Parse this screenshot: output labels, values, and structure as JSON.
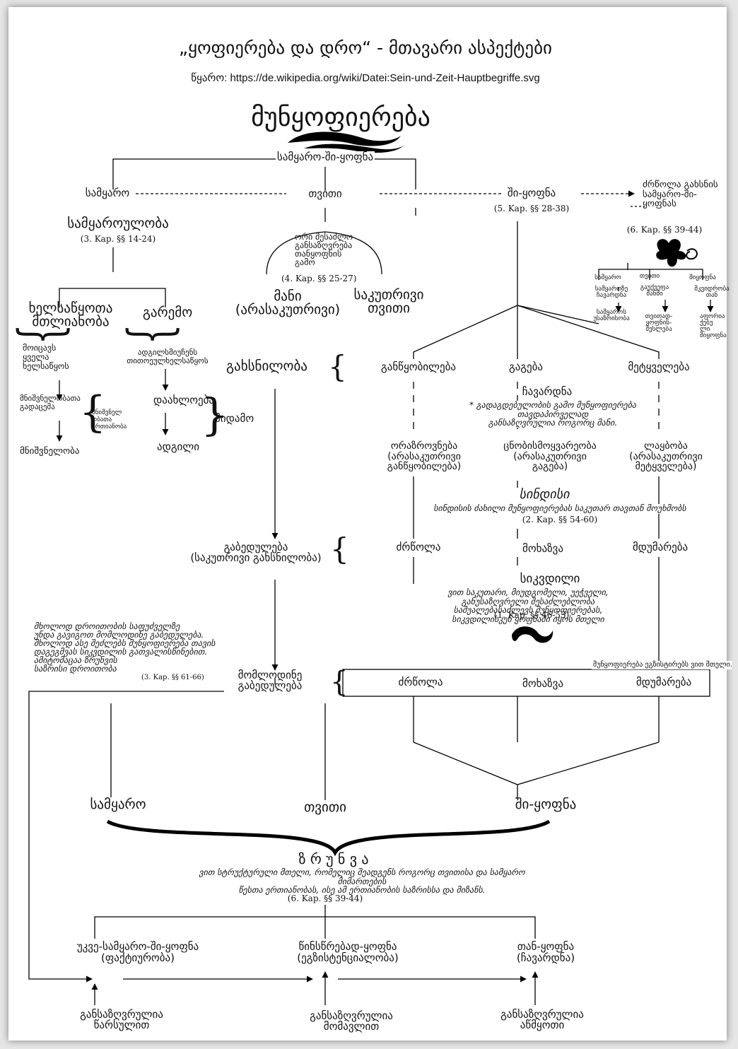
{
  "header": {
    "title": "„ყოფიერება და დრო“ - მთავარი ასპექტები",
    "source": "წყარო: https://de.wikipedia.org/wiki/Datei:Sein-und-Zeit-Hauptbegriffe.svg",
    "main": "მუნყოფიერება"
  },
  "top": {
    "being_in_world": "სამყარო-ში-ყოფნა",
    "world": "სამყარო",
    "self": "თვითი",
    "being_in": "ში-ყოფნა",
    "being_in_ref": "(5. Kap. §§ 28-38)",
    "struggle_revealing": "ძრწოლა გახსნის\nსამყარო-ში-\nყოფნას"
  },
  "left": {
    "worldhood": "სამყაროულობა",
    "worldhood_ref": "(3. Kap. §§ 14-24)",
    "equipment_whole": "ხელსაწყოთა\nმთლიანობა",
    "surroundings": "გარემო",
    "includes_each": "მოიცავს\nყველა\nხელსაწყოს",
    "place_each": "ადგილსმიუჩენს\nთითოეულხელსაწყოს",
    "referral": "მნიშვნელობათა\nგადაცემა",
    "meaning_unity": "მნიშვნელ\nობათა\nერთიანობა",
    "meaning": "მნიშვნელობა",
    "bringing_near": "დაახლოება",
    "place": "ადგილი",
    "around": "მიდამო"
  },
  "middle": {
    "two_possible": "ორი შესაძლო\nგანსაზღვრება\nთანყოფნის\nგამო",
    "two_ref": "(4. Kap. §§ 25-27)",
    "mani": "მანი\n(არასაკუთრივი)",
    "own_self": "საკუთრივი\nთვითი",
    "openness": "გახსნილობა",
    "resoluteness": "გაბედულება\n(საკუთრივი გახსნილობა)",
    "anticipatory": "მომლოდინე\nგაბედულება",
    "only_temporality": "მხოლოდ დროითობის საფუძველზე\nუნდა გავიგოთ მომლოდინე გაბედულება.\nმხოლოდ ასე შეძლებს მუნყოფიერება თავის\nდაგეგმვას სიკვდილის გათვალისწინებით.\nამიტომაცაა ზრუნვის\nსაზრისი დროითობა",
    "only_ref": "(3. Kap. §§ 61-66)"
  },
  "right": {
    "ref_39": "(6. Kap. §§ 39-44)",
    "mini_world": "სამყარო",
    "mini_self": "თვითი",
    "mini_being_in": "შიყოფნა",
    "mini_w1": "სამყაროზე\nჩავარდნა",
    "mini_s1": "გაუქვეფა\nმანში",
    "mini_b1": "მკვიდრობა\nთან",
    "mini_w2": "სამყაროს\nუსაზრისობა",
    "mini_s2": "თვითად-\nყოფნის-\nშესლება",
    "mini_b2": "აფორია\nქებუ\nლი\nშიყოფნა",
    "disposedness": "განწყობილება",
    "understanding": "გაგება",
    "discourse": "მეტყველება",
    "falling": "ჩავარდნა",
    "falling_note": "* გადაგდებულობის გამო მუნყოფიერება თავდაპირველად\nგანსაზღვრულია როგორც მანი.",
    "ambiguity": "ორაზროვნება\n(არასაკუთრივი\nგანწყობილება)",
    "curiosity": "ცნობისმოყვარეობა\n(არასაკუთრივი\nგაგება)",
    "idle_talk": "ლაყბობა\n(არასაკუთრივი\nმეტყველება)",
    "conscience": "სინდისი",
    "conscience_note": "სინდისის ძახილი მუნყოფიერებას საკუთარ თავთან მოუხმობს",
    "conscience_ref": "(2. Kap. §§ 54-60)",
    "anxiety": "ძრწოლა",
    "anticipation": "მოხაზვა",
    "silence": "მდუმარება",
    "death": "სიკვდილი",
    "death_note": "ვით საკუთარი, მიუდგომელი, უეჭველი, განუსაზღვრელი შესაძლებლობა\nსაშუალებასაძლევს მუნყოფიერებას, სიკვდილისკენ ყოფნაში იყოს მთელი",
    "death_ref": "(1. Kap. §§ 46-53)",
    "exists_whole": "მუნყოფიერება ეგზისტირებს ვით მთელი.",
    "box_anxiety": "ძრწოლა",
    "box_anticipation": "მოხაზვა",
    "box_silence": "მდუმარება"
  },
  "bottom": {
    "world": "სამყარო",
    "self": "თვითი",
    "being_in": "ში-ყოფნა",
    "care": "ზ რ უ ნ ვ ა",
    "care_note": "ვით სტრუქტურული მთელი, რომელიც შეადგენს როგორც თვითისა და სამყარო მიმართების\nწესთა ერთიანობას, ისე ამ ერთიანობის საზრისსა და მიზანს.",
    "care_ref": "(6. Kap. §§ 39-44)",
    "facticity": "უკვე-სამყარო-ში-ყოფნა\n(ფაქტიურობა)",
    "existentiality": "წინსწრებად-ყოფნა\n(ეგზისტენციალობა)",
    "fallenness": "თან-ყოფნა\n(ჩავარდნა)",
    "by_past": "განსაზღვრულია\nწარსულით",
    "by_future": "განსაზღვრულია\nმომავლით",
    "by_present": "განსაზღვრულია\nაწმყოთი"
  }
}
